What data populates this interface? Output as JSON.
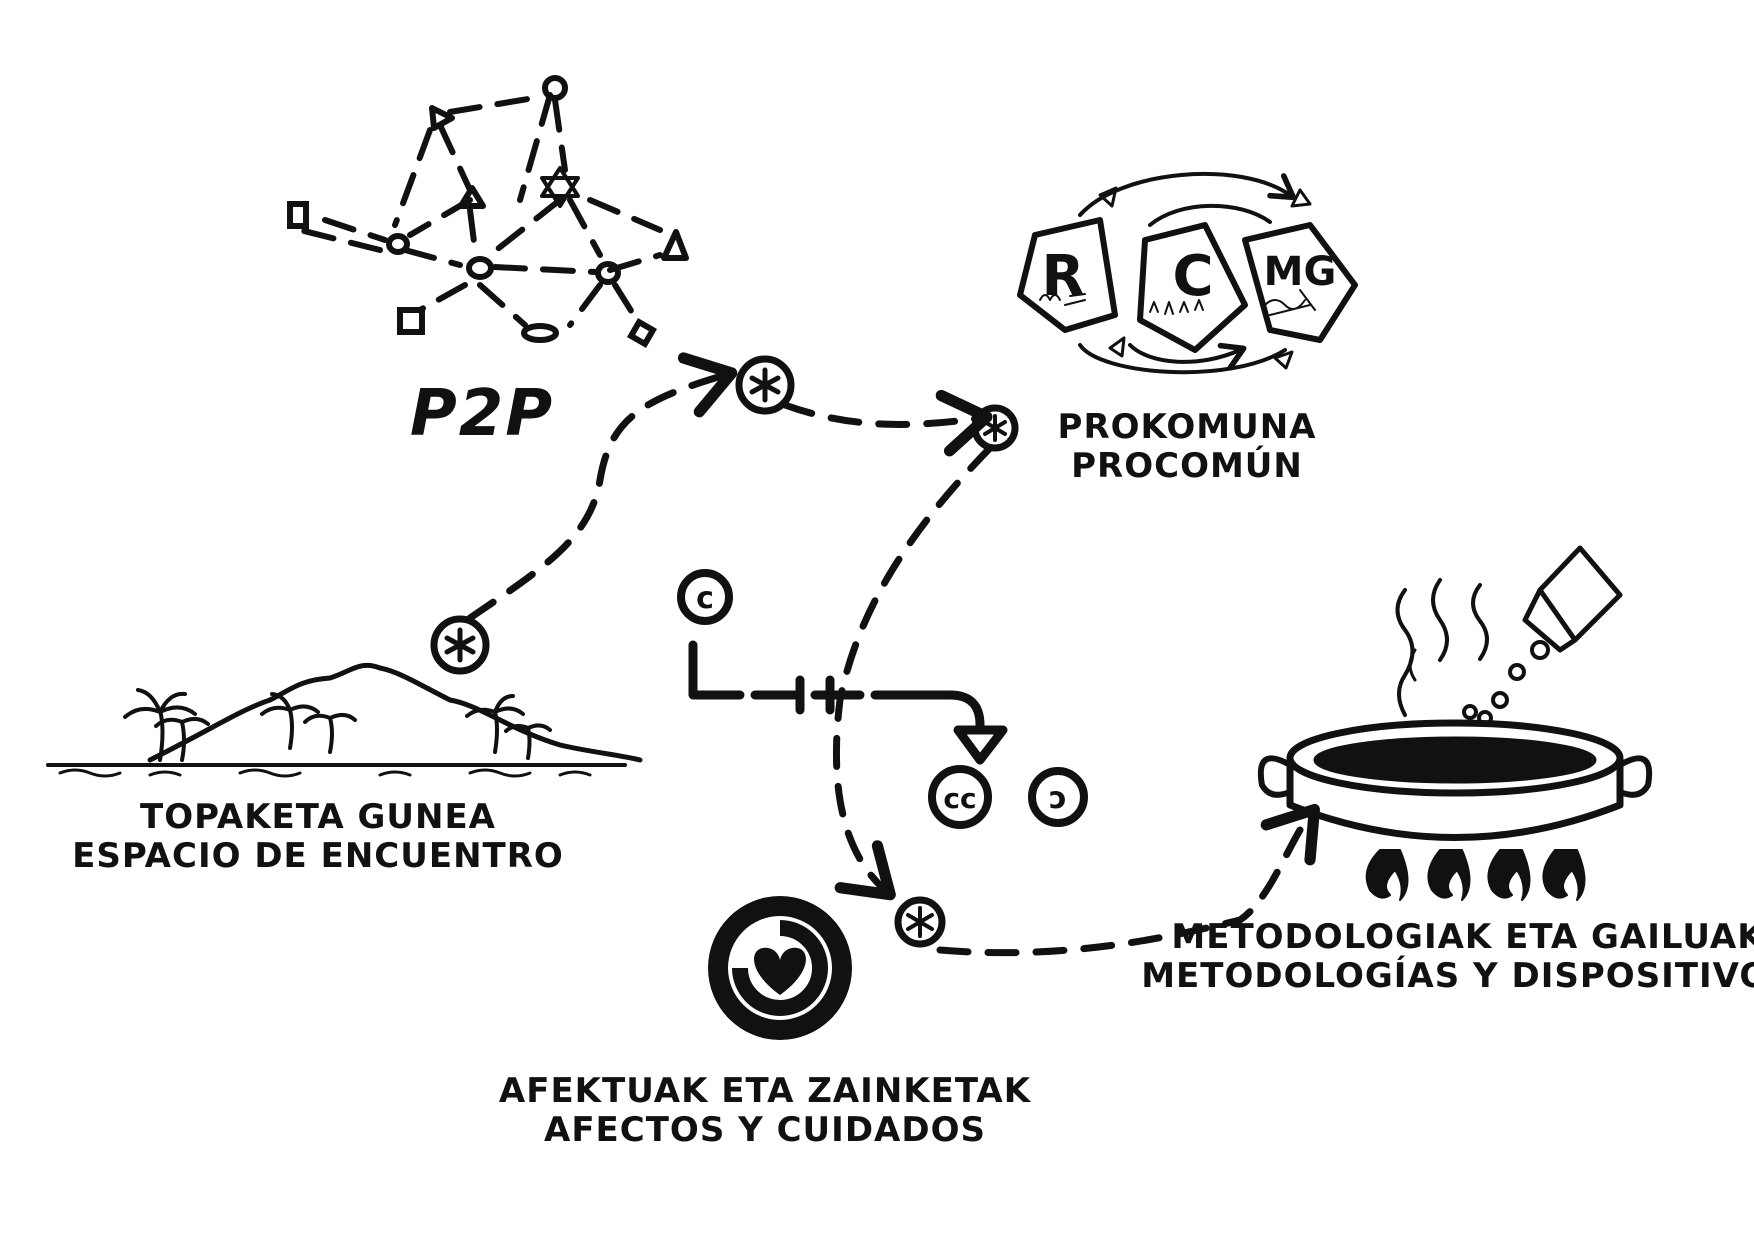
{
  "title": "P2P",
  "labels": {
    "prokomuna": [
      "PROKOMUNA",
      "PROCOMÚN"
    ],
    "topaketa": [
      "TOPAKETA GUNEA",
      "ESPACIO DE ENCUENTRO"
    ],
    "afektuak": [
      "AFEKTUAK ETA ZAINKETAK",
      "AFECTOS Y CUIDADOS"
    ],
    "metodologiak": [
      "METODOLOGIAK ETA GAILUAK",
      "METODOLOGÍAS Y DISPOSITIVOS"
    ]
  },
  "procomun_cards": [
    "R",
    "C",
    "MG"
  ],
  "license_symbols": {
    "copyright": "c",
    "creative_commons": "cc",
    "copyleft": "ɔ"
  },
  "icons": [
    "p2p-network-icon",
    "procomun-cycle-icon",
    "island-icon",
    "cooking-pot-icon",
    "copyleft-heart-icon",
    "license-pipe-icon"
  ],
  "colors": {
    "ink": "#111111",
    "paper": "#ffffff"
  }
}
